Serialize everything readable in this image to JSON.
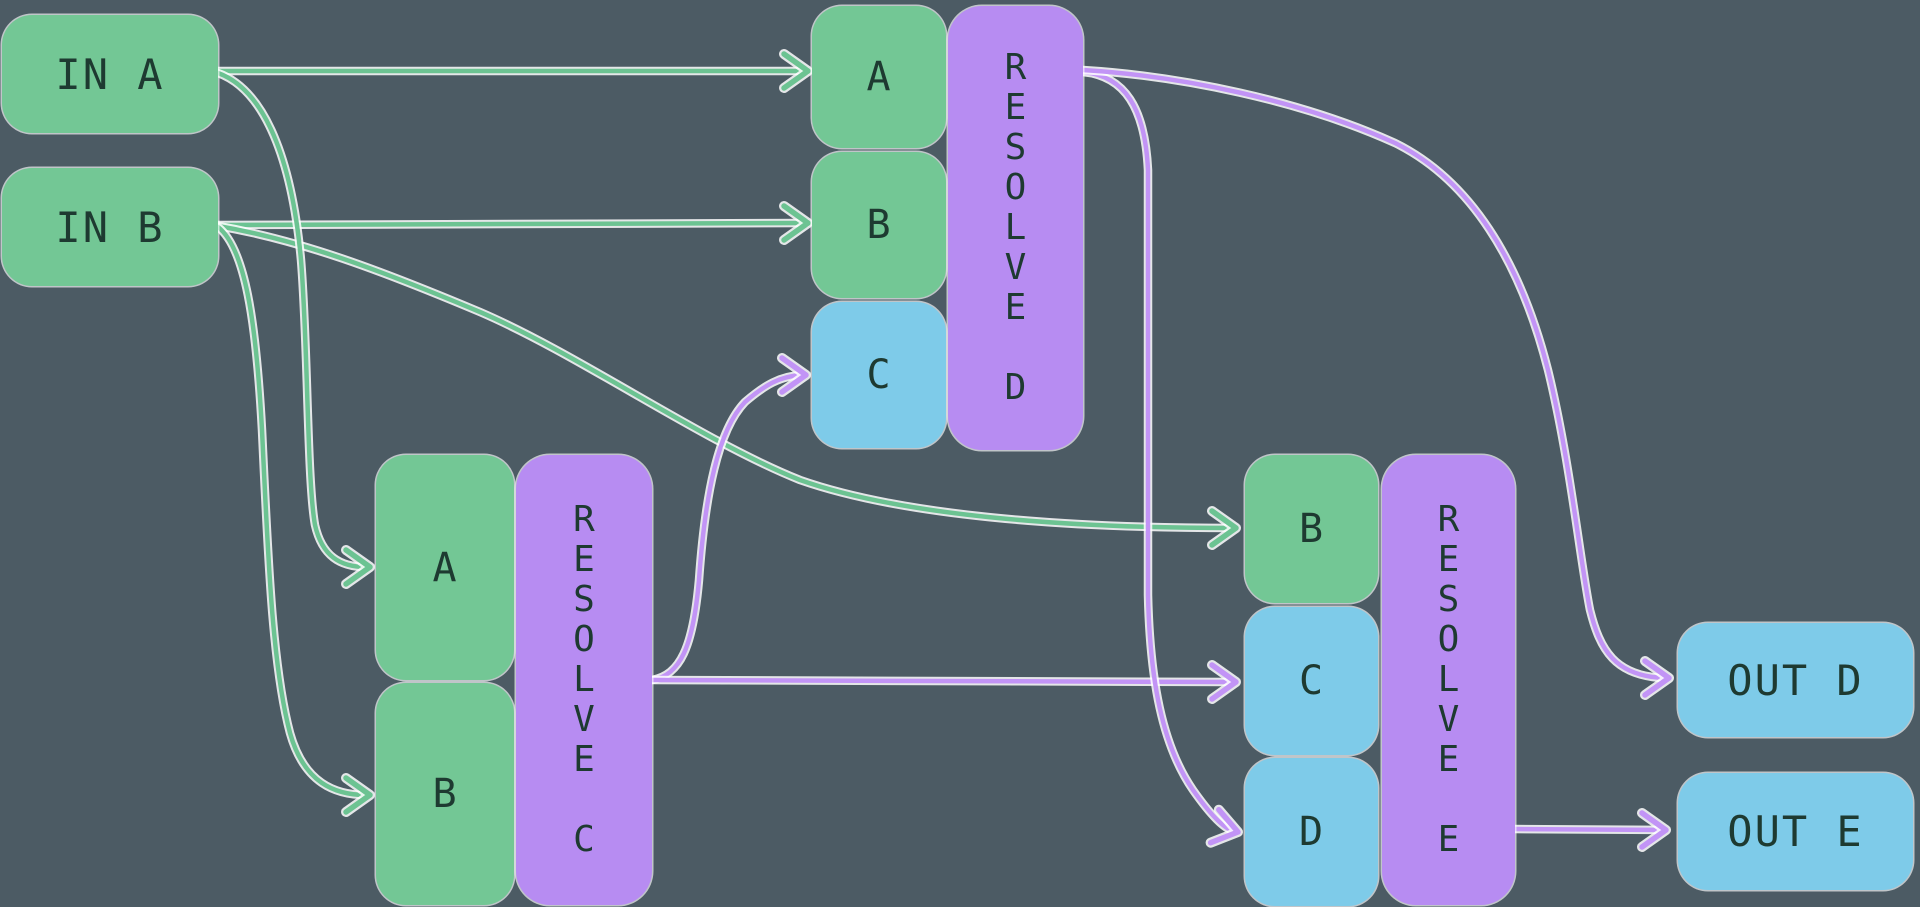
{
  "diagram": {
    "title": "plan dataflow diagram",
    "colors": {
      "bg": "#4c5b64",
      "green": "#73c795",
      "blue": "#7ecbe9",
      "purple": "#b78cf2",
      "edge_green": "#6cc392",
      "edge_purple": "#c294f6",
      "text": "#1e3a31",
      "halo": "#ffffff"
    },
    "nodes": {
      "in_a": {
        "label": "IN A",
        "kind": "input-source"
      },
      "in_b": {
        "label": "IN B",
        "kind": "input-source"
      },
      "d_in_a": {
        "label": "A",
        "kind": "dependency-slot"
      },
      "d_in_b": {
        "label": "B",
        "kind": "dependency-slot"
      },
      "d_in_c": {
        "label": "C",
        "kind": "dependency-slot"
      },
      "resolve_d": {
        "label": "RESOLVE D",
        "kind": "resolver"
      },
      "c_in_a": {
        "label": "A",
        "kind": "dependency-slot"
      },
      "c_in_b": {
        "label": "B",
        "kind": "dependency-slot"
      },
      "resolve_c": {
        "label": "RESOLVE C",
        "kind": "resolver"
      },
      "e_in_b": {
        "label": "B",
        "kind": "dependency-slot"
      },
      "e_in_c": {
        "label": "C",
        "kind": "dependency-slot"
      },
      "e_in_d": {
        "label": "D",
        "kind": "dependency-slot"
      },
      "resolve_e": {
        "label": "RESOLVE E",
        "kind": "resolver"
      },
      "out_d": {
        "label": "OUT D",
        "kind": "output"
      },
      "out_e": {
        "label": "OUT E",
        "kind": "output"
      }
    },
    "edges": [
      {
        "from": "in_a",
        "to": "d_in_a",
        "color": "green"
      },
      {
        "from": "in_a",
        "to": "c_in_a",
        "color": "green"
      },
      {
        "from": "in_b",
        "to": "d_in_b",
        "color": "green"
      },
      {
        "from": "in_b",
        "to": "c_in_b",
        "color": "green"
      },
      {
        "from": "in_b",
        "to": "e_in_b",
        "color": "green"
      },
      {
        "from": "resolve_c",
        "to": "d_in_c",
        "color": "purple"
      },
      {
        "from": "resolve_c",
        "to": "e_in_c",
        "color": "purple"
      },
      {
        "from": "resolve_d",
        "to": "e_in_d",
        "color": "purple"
      },
      {
        "from": "resolve_d",
        "to": "out_d",
        "color": "purple"
      },
      {
        "from": "resolve_e",
        "to": "out_e",
        "color": "purple"
      }
    ]
  }
}
